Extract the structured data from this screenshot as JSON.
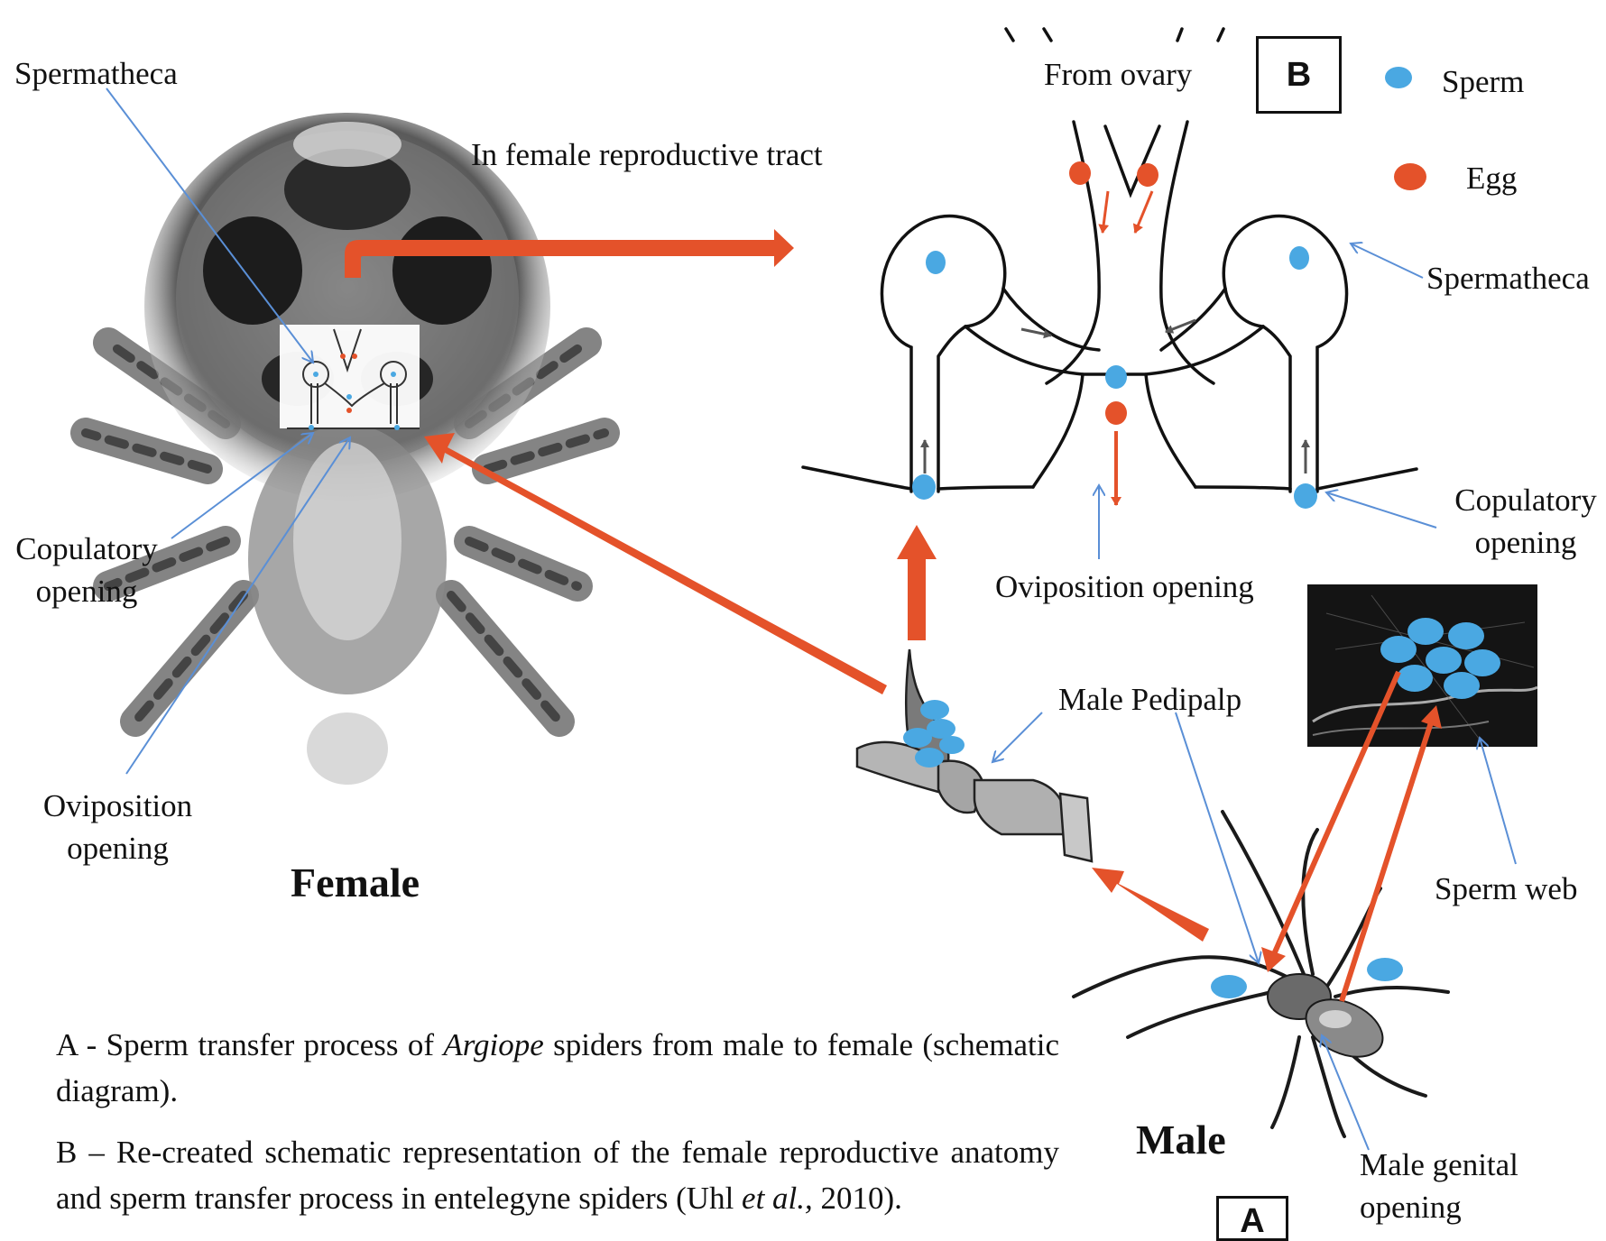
{
  "labels": {
    "spermatheca_left": "Spermatheca",
    "in_female_tract": "In female reproductive tract",
    "copulatory_left": [
      "Copulatory",
      "opening"
    ],
    "oviposition_left": [
      "Oviposition",
      "opening"
    ],
    "female": "Female",
    "from_ovary": "From ovary",
    "box_b": "B",
    "box_a": "A",
    "legend_sperm": "Sperm",
    "legend_egg": "Egg",
    "spermatheca_right": "Spermatheca",
    "copulatory_right": [
      "Copulatory",
      "opening"
    ],
    "oviposition_center": "Oviposition opening",
    "male_pedipalp": "Male Pedipalp",
    "sperm_web": "Sperm web",
    "male": "Male",
    "male_genital_opening": [
      "Male genital",
      "opening"
    ]
  },
  "caption": {
    "a_pre": "A - Sperm transfer process of ",
    "a_italic": "Argiope",
    "a_post": " spiders from male to female (schematic diagram).",
    "b_pre": "B – Re-created schematic representation of the female reproductive anatomy and sperm transfer process in entelegyne spiders (Uhl ",
    "b_italic": "et al.,",
    "b_post": " 2010)."
  },
  "colors": {
    "sperm": "#4aa8e2",
    "egg": "#e4522a",
    "arrow": "#e4522a",
    "pointer": "#5a8fd6",
    "ink": "#111111"
  }
}
